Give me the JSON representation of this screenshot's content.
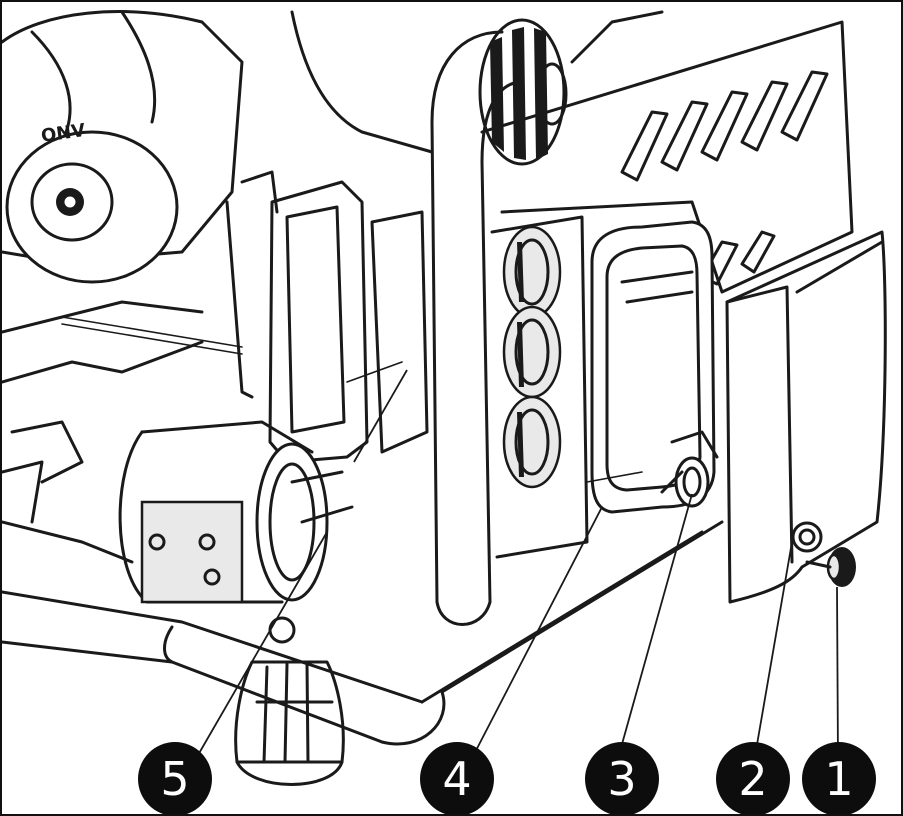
{
  "diagram": {
    "callouts": [
      {
        "id": "5",
        "label": "5"
      },
      {
        "id": "4",
        "label": "4"
      },
      {
        "id": "3",
        "label": "3"
      },
      {
        "id": "2",
        "label": "2"
      },
      {
        "id": "1",
        "label": "1"
      }
    ],
    "colors": {
      "line": "#1a1a1a",
      "background": "#ffffff",
      "callout": "#0d0d0d"
    }
  }
}
